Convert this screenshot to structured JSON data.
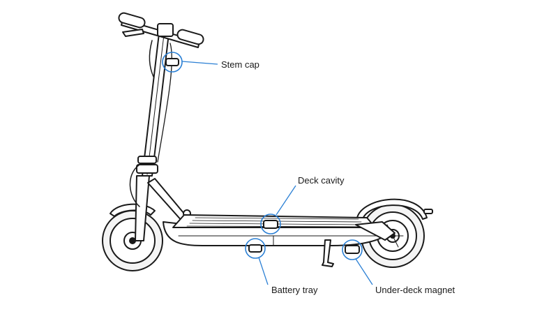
{
  "callouts": {
    "stem_cap": {
      "label": "Stem cap"
    },
    "deck_cavity": {
      "label": "Deck cavity"
    },
    "battery_tray": {
      "label": "Battery tray"
    },
    "under_deck_magnet": {
      "label": "Under-deck magnet"
    }
  },
  "colors": {
    "callout_ring": "#2a7fd4",
    "line_art": "#1a1a1a",
    "fill": "#ffffff",
    "tire_fill": "#f4f4f4"
  }
}
